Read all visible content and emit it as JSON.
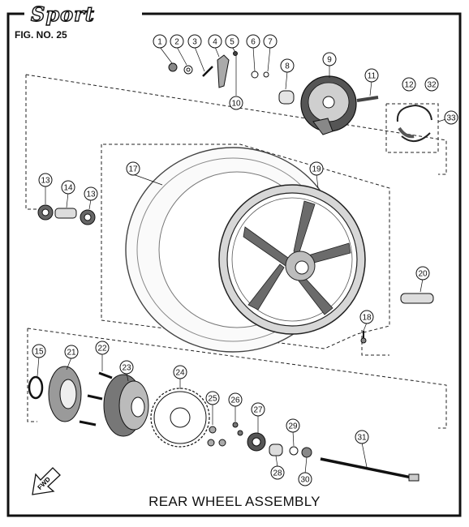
{
  "header": {
    "brand": "Sport",
    "figure_label": "FIG. NO. 25"
  },
  "caption": "REAR WHEEL ASSEMBLY",
  "direction_marker": "FWD",
  "part_numbers": [
    "1",
    "2",
    "3",
    "4",
    "5",
    "6",
    "7",
    "8",
    "9",
    "10",
    "11",
    "12",
    "13",
    "13",
    "14",
    "15",
    "17",
    "18",
    "19",
    "20",
    "21",
    "22",
    "23",
    "24",
    "25",
    "26",
    "27",
    "28",
    "29",
    "30",
    "31",
    "32",
    "33"
  ],
  "icons": [
    "fwd-arrow-icon"
  ]
}
